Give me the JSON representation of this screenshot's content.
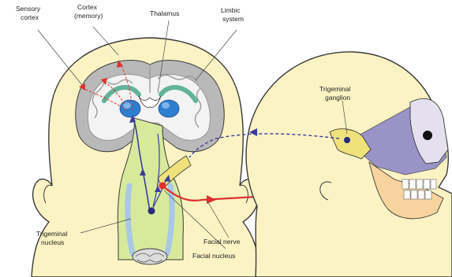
{
  "labels": {
    "sensory_cortex_1": "Sensory",
    "sensory_cortex_2": "cortex",
    "cortex_memory_1": "Cortex",
    "cortex_memory_2": "(memory)",
    "thalamus": "Thalamus",
    "limbic_system_1": "Limbic",
    "limbic_system_2": "system",
    "trigeminal_ganglion_1": "Trigeminal",
    "trigeminal_ganglion_2": "ganglion",
    "trigeminal_nucleus_1": "Trigeminal",
    "trigeminal_nucleus_2": "nucleus",
    "facial_nerve": "Facial nerve",
    "facial_nucleus": "Facial nucleus"
  },
  "colors": {
    "skin": "#fbf3c4",
    "outline": "#3a3a3a",
    "brain_gray": "#b9b9b9",
    "brain_white": "#f3f3f3",
    "brainstem": "#d7ea9c",
    "thalamus_blue": "#2f7fd0",
    "limbic_green": "#62b39a",
    "afferent_pathway": "#3a3c9a",
    "facial_red": "#e03030",
    "trigeminal_nerve_purple": "#8a83c9",
    "ganglion_yellow": "#f0e27a",
    "jaw_orange": "#f7d49d"
  },
  "icons": [
    "sensory-pathway-arrow",
    "motor-pathway-arrow",
    "eye-icon",
    "teeth"
  ]
}
